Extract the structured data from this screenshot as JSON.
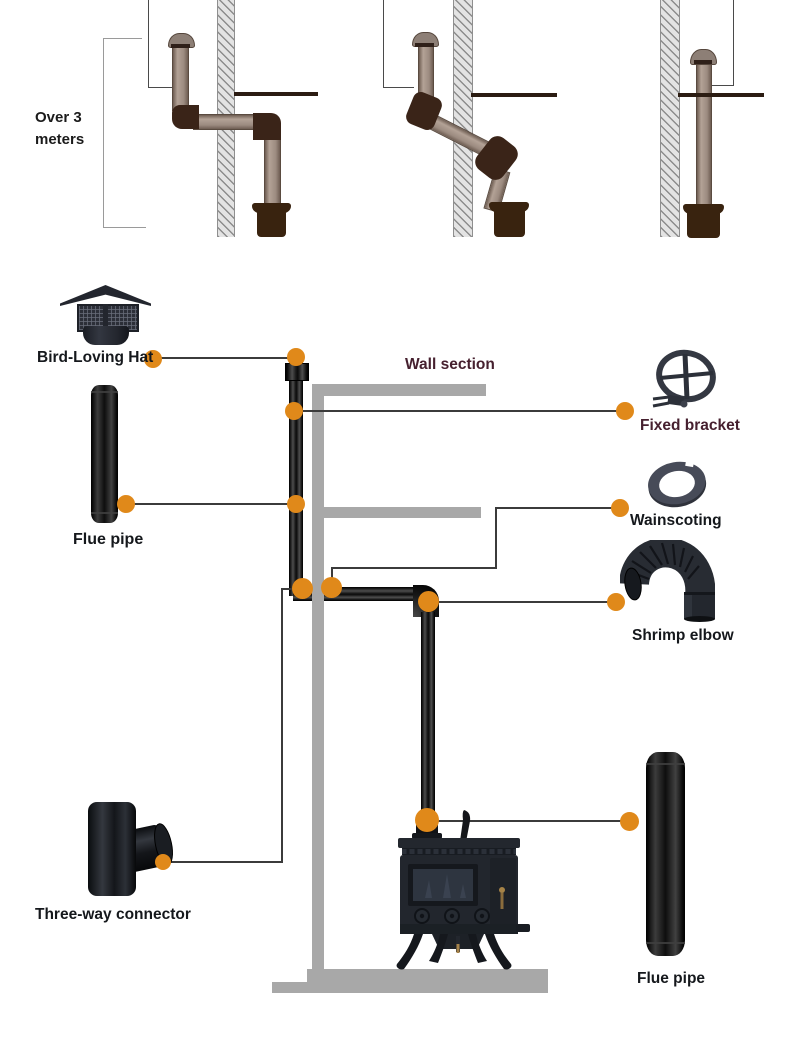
{
  "measurement": {
    "line1": "Over 3",
    "line2": "meters"
  },
  "labels": {
    "bird_hat": "Bird-Loving Hat",
    "wall_section": "Wall section",
    "fixed_bracket": "Fixed bracket",
    "flue_pipe_left": "Flue pipe",
    "wainscoting": "Wainscoting",
    "shrimp_elbow": "Shrimp elbow",
    "three_way": "Three-way connector",
    "flue_pipe_bottom": "Flue pipe"
  },
  "images": {
    "bird_hat": "chimney-cap-with-mesh",
    "flue_pipe_left": "black-flue-pipe-section",
    "fixed_bracket": "wall-mount-pipe-bracket",
    "wainscoting": "wall-trim-ring",
    "shrimp_elbow": "segmented-90-degree-elbow",
    "three_way": "tee-pipe-fitting",
    "stove": "cast-iron-wood-stove",
    "flue_pipe_bottom": "black-flue-pipe-section"
  },
  "colors": {
    "accent_dot": "#e0891a",
    "label_maroon": "#46202f",
    "label_black": "#15181c",
    "wall_gray": "#a8a8a8",
    "pipe_tan": "#a59384",
    "fitting_brown": "#3a2418",
    "leader_line": "#3b3b3b"
  }
}
